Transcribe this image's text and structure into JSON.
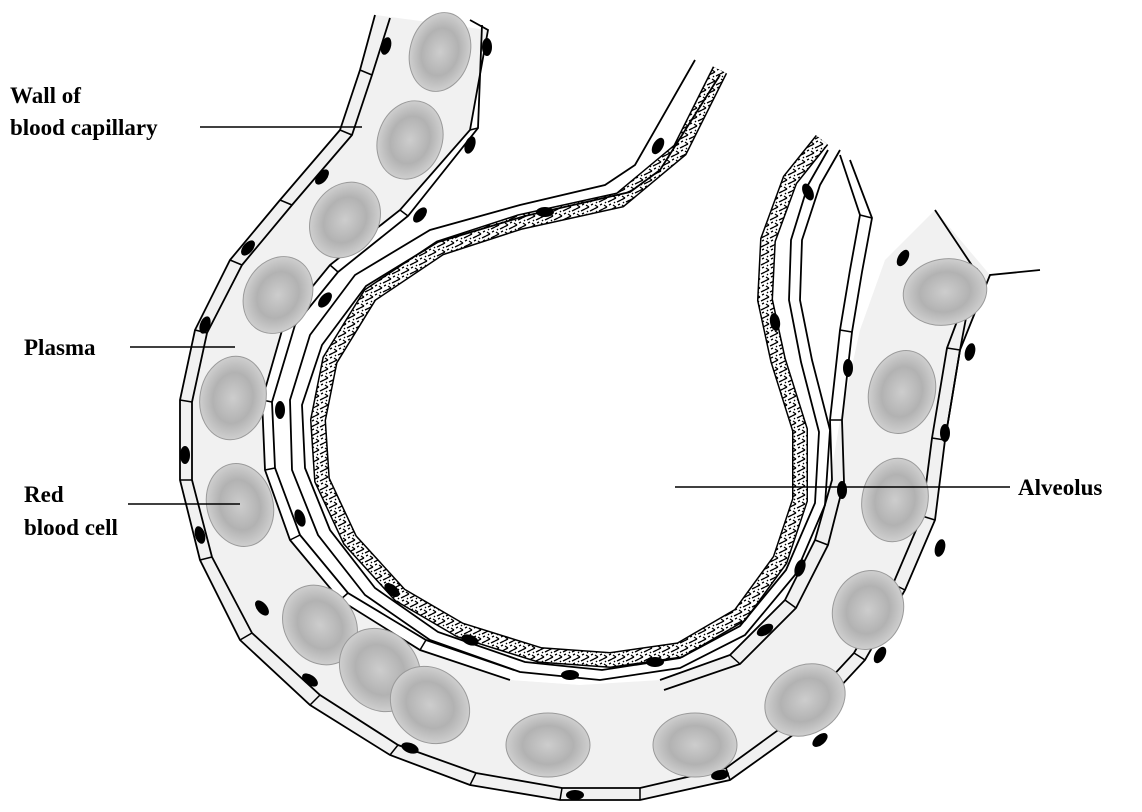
{
  "labels": {
    "wall_line1": "Wall of",
    "wall_line2": "blood capillary",
    "plasma": "Plasma",
    "rbc_line1": "Red",
    "rbc_line2": "blood cell",
    "alveolus": "Alveolus"
  },
  "colors": {
    "outline": "#000000",
    "nucleus": "#000000",
    "rbc_fill": "#a9a9a9",
    "rbc_center": "#c6c6c6",
    "plasma_fill": "#f1f1f1",
    "background": "#ffffff"
  }
}
